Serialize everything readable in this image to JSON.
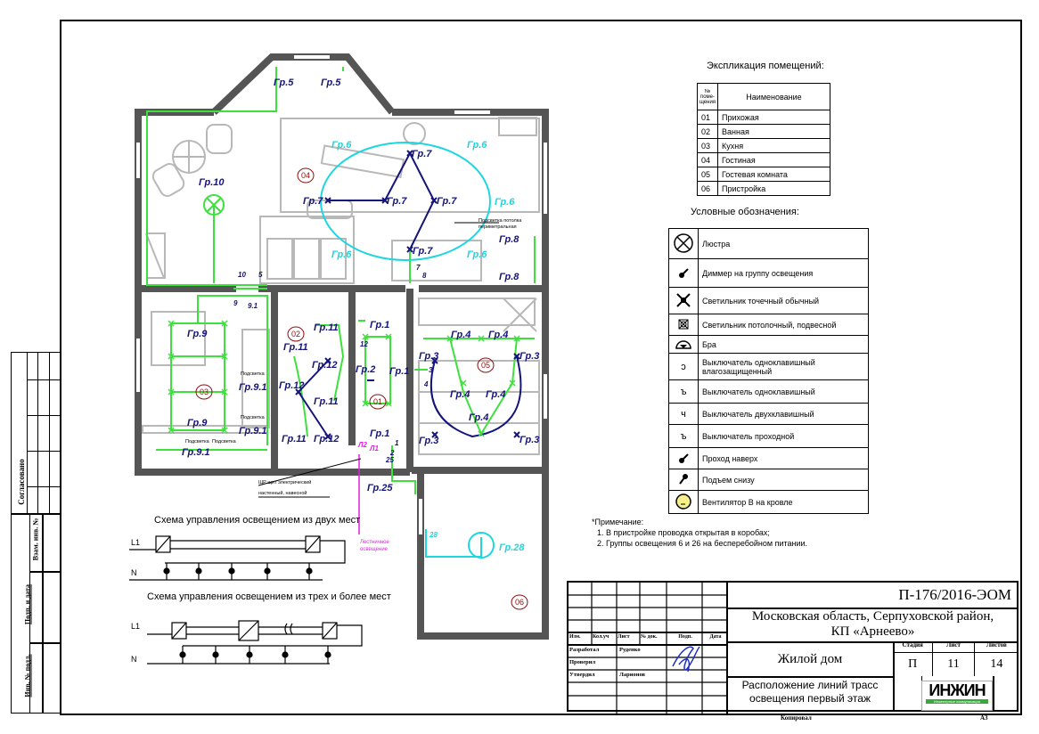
{
  "sheet": {
    "side_stamp": {
      "agreed": "Согласовано",
      "replaced_inv": "Взам. инв. №",
      "sign_date": "Подп. и дата",
      "inv_original": "Инв. № подл."
    }
  },
  "explication": {
    "title": "Экспликация помещений:",
    "col_num": "№ поме- щения",
    "col_name": "Наименование",
    "rows": [
      {
        "num": "01",
        "name": "Прихожая"
      },
      {
        "num": "02",
        "name": "Ванная"
      },
      {
        "num": "03",
        "name": "Кухня"
      },
      {
        "num": "04",
        "name": "Гостиная"
      },
      {
        "num": "05",
        "name": "Гостевая комната"
      },
      {
        "num": "06",
        "name": "Пристройка"
      }
    ]
  },
  "legend": {
    "title": "Условные обозначения:",
    "items": [
      {
        "icon": "chandelier-icon",
        "label": "Люстра"
      },
      {
        "icon": "dimmer-icon",
        "label": "Диммер на группу освещения"
      },
      {
        "icon": "spot-light-icon",
        "label": "Светильник точечный обычный"
      },
      {
        "icon": "ceiling-light-icon",
        "label": "Светильник потолочный, подвесной"
      },
      {
        "icon": "sconce-icon",
        "label": "Бра"
      },
      {
        "icon": "switch-waterproof-icon",
        "label": "Выключатель одноклавишный влагозащищенный"
      },
      {
        "icon": "switch-single-icon",
        "label": "Выключатель одноклавишный"
      },
      {
        "icon": "switch-double-icon",
        "label": "Выключатель двухклавишный"
      },
      {
        "icon": "switch-passthrough-icon",
        "label": "Выключатель проходной"
      },
      {
        "icon": "riser-up-icon",
        "label": "Проход наверх"
      },
      {
        "icon": "riser-from-below-icon",
        "label": "Подъем снизу"
      },
      {
        "icon": "roof-fan-icon",
        "label": "Вентилятор В на кровле"
      }
    ]
  },
  "notes": {
    "title": "*Примечание:",
    "items": [
      "1. В пристройке проводка открытая в коробах;",
      "2. Группы освещения 6 и 26 на бесперебойном питании."
    ]
  },
  "schemes": {
    "two_places_title": "Схема управления освещением из двух мест",
    "three_places_title": "Схема управления освещением из трех и более мест",
    "l1": "L1",
    "n": "N"
  },
  "plan": {
    "rooms": [
      "01",
      "02",
      "03",
      "04",
      "05",
      "06"
    ],
    "panel_note_1": "ЩР щит электрический",
    "panel_note_2": "настенный, навесной",
    "stair_light_1": "Лестничное",
    "stair_light_2": "освещение",
    "backlight": "Подсветка",
    "backlight_ceiling": "Подсветка потолка",
    "backlight_ceiling_2": "периметральная",
    "groups": {
      "g1": "Гр.1",
      "g2": "Гр.2",
      "g3": "Гр.3",
      "g4": "Гр.4",
      "g5": "Гр.5",
      "g6": "Гр.6",
      "g7": "Гр.7",
      "g8": "Гр.8",
      "g9": "Гр.9",
      "g91": "Гр.9.1",
      "g10": "Гр.10",
      "g11": "Гр.11",
      "g12": "Гр.12",
      "g25": "Гр.25",
      "g28": "Гр.28"
    },
    "switch_nums": [
      "10",
      "5",
      "9",
      "9.1",
      "7",
      "8",
      "12",
      "3",
      "4",
      "1",
      "2",
      "25",
      "28",
      "Л2",
      "Л1"
    ]
  },
  "title_block": {
    "code": "П-176/2016-ЭОМ",
    "address_1": "Московская область, Серпуховской район,",
    "address_2": "КП «Арнеево»",
    "object": "Жилой дом",
    "sheet_title_1": "Расположение линий трасс",
    "sheet_title_2": "освещения первый этаж",
    "stage_label": "Стадия",
    "sheet_label": "Лист",
    "sheets_label": "Листов",
    "stage": "П",
    "sheet": "11",
    "sheets": "14",
    "cols": [
      "Изм.",
      "Кол.уч",
      "Лист",
      "№ док.",
      "Подп.",
      "Дата"
    ],
    "developed_label": "Разработал",
    "developed_name": "Руденко",
    "checked_label": "Проверил",
    "approved_label": "Утвердил",
    "approved_name": "Ларионов",
    "logo": "ИНЖИН",
    "logo_sub": "Инженерные коммуникации",
    "copied": "Копировал",
    "format": "А3"
  },
  "colors": {
    "wall": "#5a5a5a",
    "furniture": "#b8b8b8",
    "green": "#3ee03e",
    "cyan": "#1ed6e0",
    "navy": "#14147a",
    "magenta": "#e020e0",
    "room_label": "#8a1010"
  }
}
